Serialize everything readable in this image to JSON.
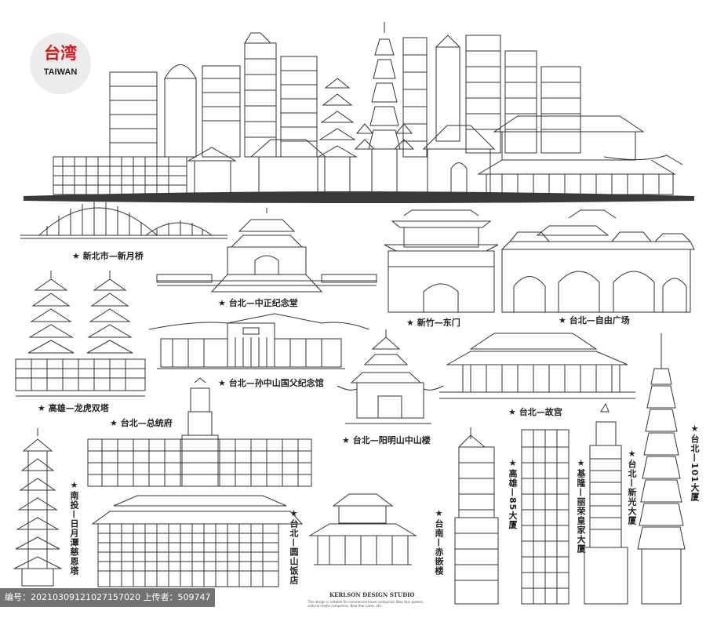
{
  "badge": {
    "title": "台湾",
    "subtitle": "TAIWAN"
  },
  "labels": {
    "bridge": "★ 新北市—新月桥",
    "memorial": "★ 台北—中正纪念堂",
    "east_gate": "★ 新竹—东门",
    "liberty_square": "★ 台北—自由广场",
    "pagodas": "★ 高雄—龙虎双塔",
    "sun_yatsen": "★ 台北—孙中山国父纪念馆",
    "palace_museum": "★ 台北—故宫",
    "presidential": "★ 台北—总统府",
    "yangmingshan": "★ 台北—阳明山中山楼"
  },
  "vertical_labels": {
    "nantou": "★南投—日月潭慈恩塔",
    "grand_hotel": "★台北—圆山饭店",
    "chikan": "★台南—赤嵌楼",
    "tower85": "★高雄—85大厦",
    "keelung": "★基隆—丽荣皇家大厦",
    "shinkong": "★台北—新光大厦",
    "taipei101": "★台北—101大厦"
  },
  "studio": {
    "name": "KERLSON DESIGN STUDIO",
    "note": "This design is suitable for commercial travel companies New Year posters, cultural media companies, New Year cards, etc."
  },
  "footer": {
    "text": "编号：20210309121027157020 上传者：509747"
  },
  "colors": {
    "line": "#333333",
    "ground": "#3a3a3a",
    "accent": "#d31d1d",
    "badge_bg": "#ececec"
  }
}
